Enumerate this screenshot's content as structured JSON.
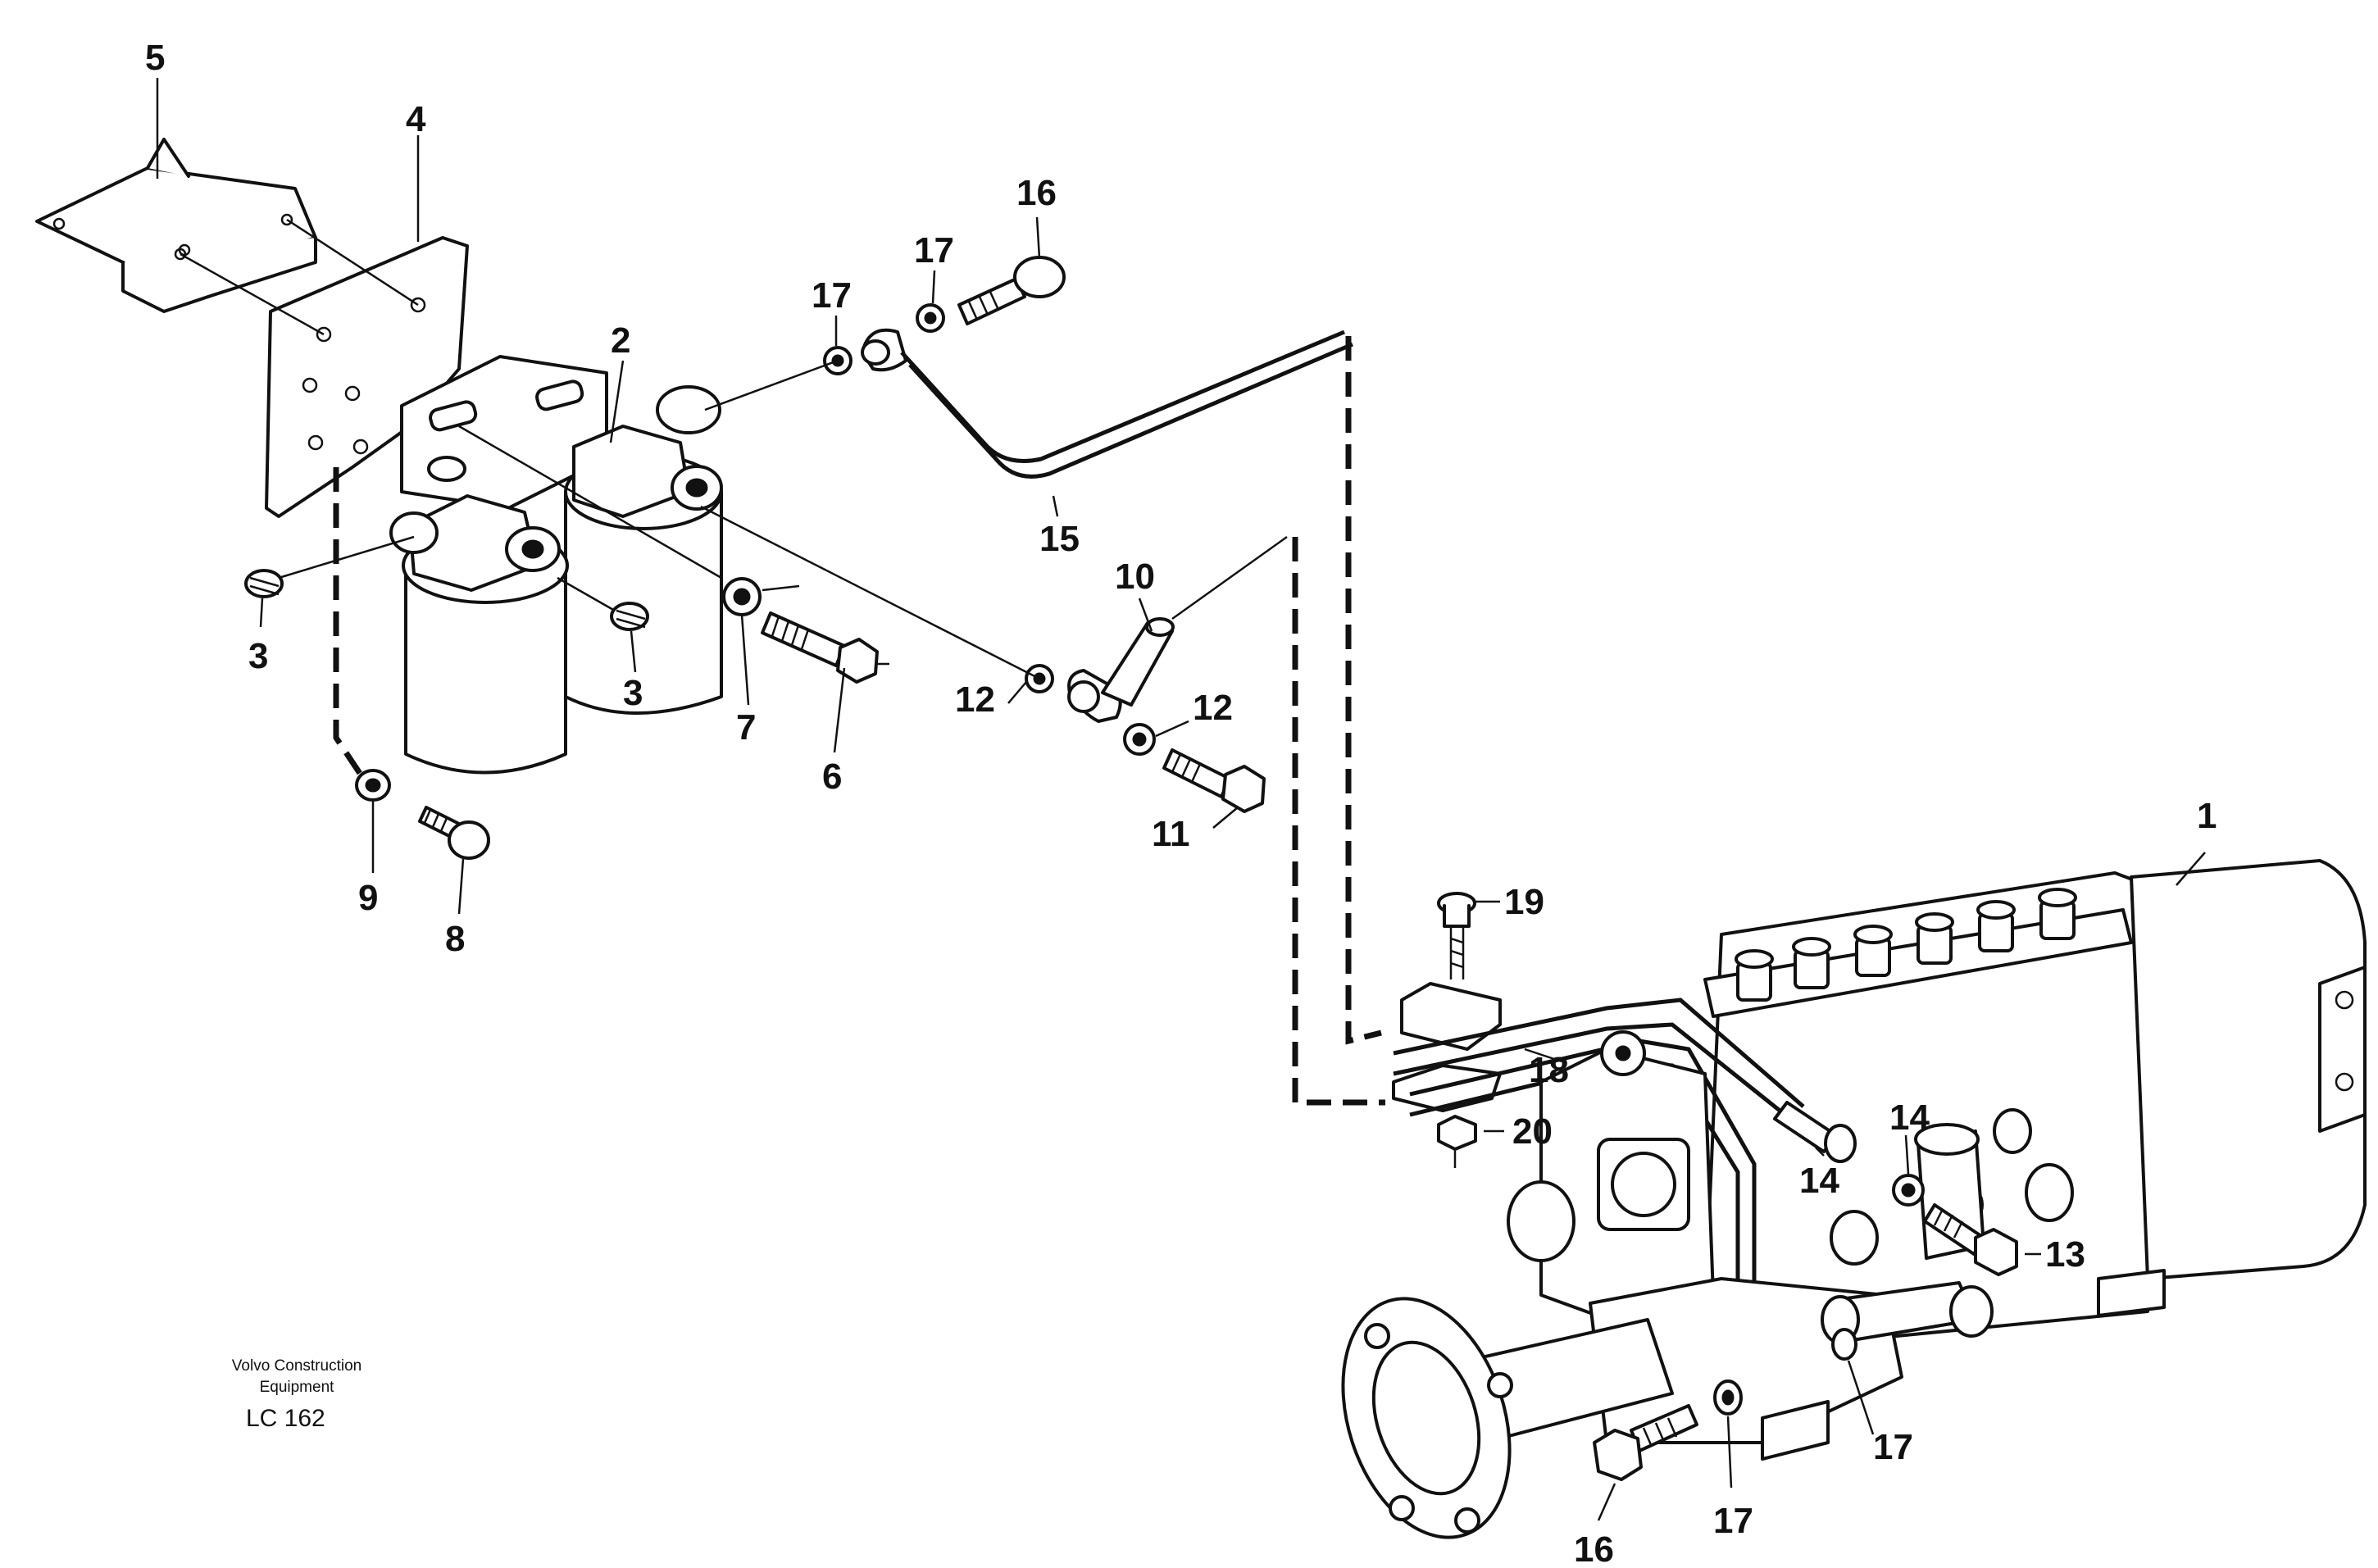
{
  "callouts": {
    "c1": "1",
    "c2": "2",
    "c3a": "3",
    "c3b": "3",
    "c4": "4",
    "c5": "5",
    "c6": "6",
    "c7": "7",
    "c8": "8",
    "c9": "9",
    "c10": "10",
    "c11": "11",
    "c12a": "12",
    "c12b": "12",
    "c13": "13",
    "c14a": "14",
    "c14b": "14",
    "c15": "15",
    "c16a": "16",
    "c16b": "16",
    "c17a": "17",
    "c17b": "17",
    "c17c": "17",
    "c17d": "17",
    "c18": "18",
    "c19": "19",
    "c20": "20"
  },
  "caption": {
    "line1": "Volvo Construction",
    "line2": "Equipment",
    "code": "LC 162"
  }
}
